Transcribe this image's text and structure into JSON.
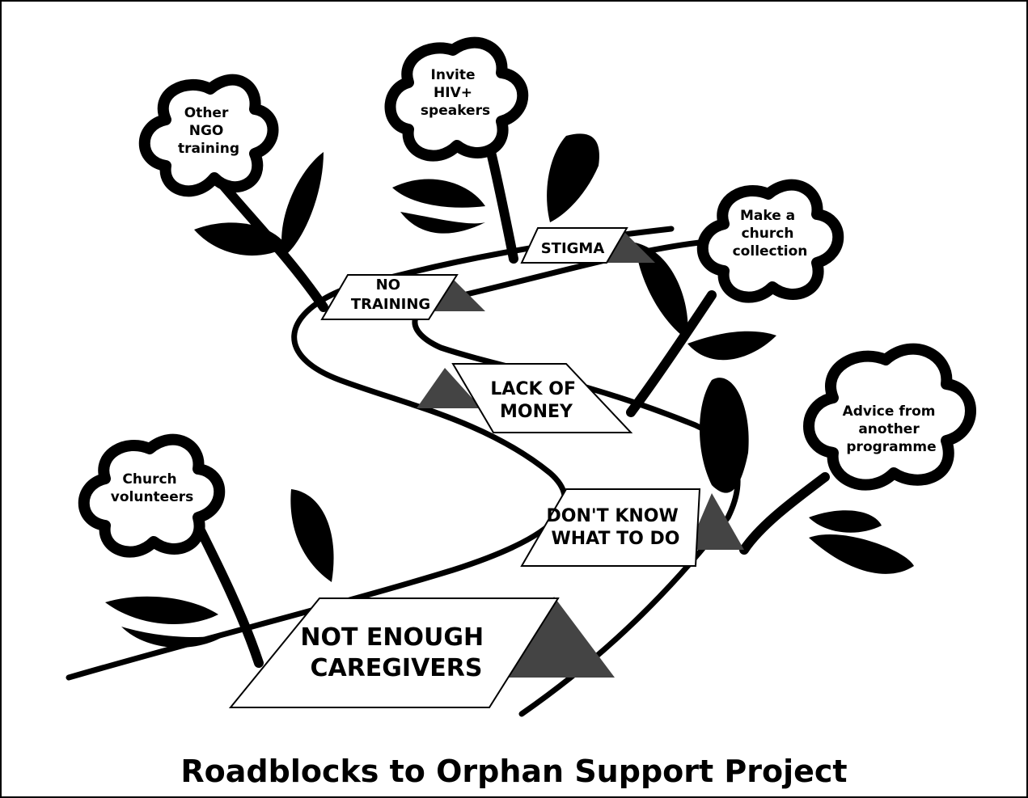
{
  "title": "Roadblocks to Orphan Support Project",
  "roadblocks": [
    {
      "id": "no-training",
      "lines": [
        "NO",
        "TRAINING"
      ]
    },
    {
      "id": "stigma",
      "lines": [
        "STIGMA"
      ]
    },
    {
      "id": "lack-of-money",
      "lines": [
        "LACK OF",
        "MONEY"
      ]
    },
    {
      "id": "dont-know",
      "lines": [
        "DON'T KNOW",
        "WHAT TO DO"
      ]
    },
    {
      "id": "not-enough-caregivers",
      "lines": [
        "NOT ENOUGH",
        "CAREGIVERS"
      ]
    }
  ],
  "solutions": [
    {
      "id": "other-ngo-training",
      "lines": [
        "Other",
        "NGO",
        "training"
      ]
    },
    {
      "id": "invite-hiv-speakers",
      "lines": [
        "Invite",
        "HIV+",
        "speakers"
      ]
    },
    {
      "id": "church-collection",
      "lines": [
        "Make a",
        "church",
        "collection"
      ]
    },
    {
      "id": "advice-programme",
      "lines": [
        "Advice from",
        "another",
        "programme"
      ]
    },
    {
      "id": "church-volunteers",
      "lines": [
        "Church",
        "volunteers"
      ]
    }
  ],
  "colors": {
    "ink": "#000000",
    "shadow": "#444444",
    "paper": "#ffffff"
  }
}
